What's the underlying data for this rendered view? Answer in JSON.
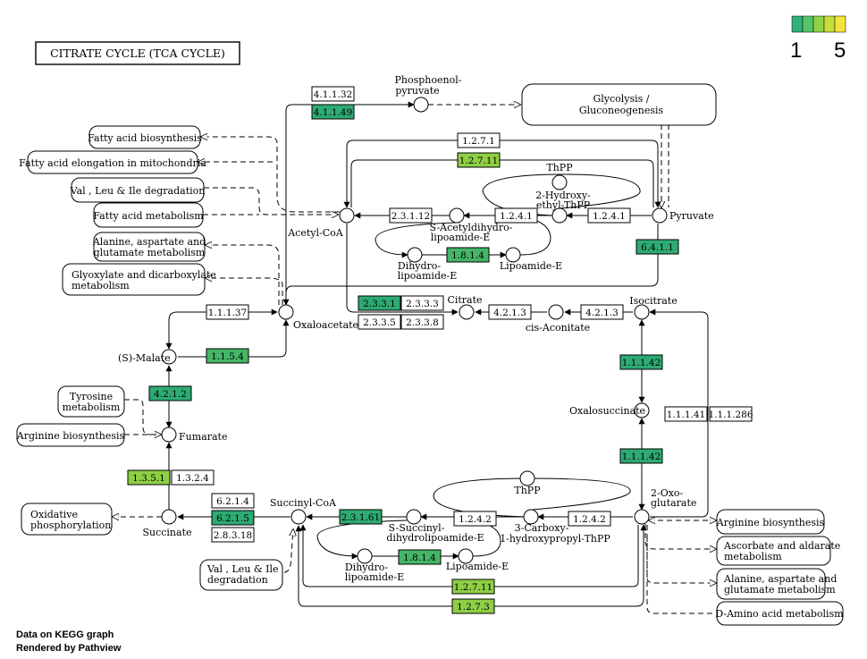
{
  "title": "CITRATE  CYCLE  (TCA CYCLE)",
  "legend": {
    "low": "1",
    "high": "5",
    "colors": [
      "#2fb27a",
      "#56c56a",
      "#8ed34a",
      "#c6dd3a",
      "#f4e33a"
    ]
  },
  "footer": {
    "line1": "Data on KEGG graph",
    "line2": "Rendered by Pathview"
  },
  "colors": {
    "green_dark": "#2eaa73",
    "green_mid": "#45b566",
    "green_light": "#8ecf45",
    "white": "#ffffff"
  },
  "compounds": {
    "pep": [
      "Phosphoenol-",
      "pyruvate"
    ],
    "acetyl_coa": "Acetyl-CoA",
    "pyruvate": "Pyruvate",
    "thpp_top": "ThPP",
    "hydroxyethyl": [
      "2-Hydroxy-",
      "ethyl-ThPP"
    ],
    "s_acetyl": [
      "S-Acetyldihydro-",
      "lipoamide-E"
    ],
    "dihydro_top": [
      "Dihydro-",
      "lipoamide-E"
    ],
    "lipoamide_top": "Lipoamide-E",
    "citrate": "Citrate",
    "cis_aconitate": "cis-Aconitate",
    "isocitrate": "Isocitrate",
    "oxaloacetate": "Oxaloacetate",
    "malate": "(S)-Malate",
    "fumarate": "Fumarate",
    "oxalosuccinate": "Oxalosuccinate",
    "succinate": "Succinate",
    "succinyl_coa": "Succinyl-CoA",
    "oxoglutarate": [
      "2-Oxo-",
      "glutarate"
    ],
    "thpp_bottom": "ThPP",
    "carboxy": [
      "3-Carboxy-",
      "1-hydroxypropyl-ThPP"
    ],
    "s_succinyl": [
      "S-Succinyl-",
      "dihydrolipoamide-E"
    ],
    "dihydro_bottom": [
      "Dihydro-",
      "lipoamide-E"
    ],
    "lipoamide_bottom": "Lipoamide-E"
  },
  "maps": {
    "glycolysis": [
      "Glycolysis /",
      "Gluconeogenesis"
    ],
    "fa_biosynthesis": "Fatty acid biosynthesis",
    "fa_elongation": "Fatty acid elongation in mitochondria",
    "val_leu_ile_top": "Val , Leu & Ile degradation",
    "fa_metabolism": "Fatty acid metabolism",
    "alanine_top": [
      "Alanine, aspartate and",
      "glutamate metabolism"
    ],
    "glyoxylate": [
      "Glyoxylate and dicarboxylate",
      "metabolism"
    ],
    "tyrosine": [
      "Tyrosine",
      "metabolism"
    ],
    "arginine_left": "Arginine biosynthesis",
    "oxphos": [
      "Oxidative",
      "phosphorylation"
    ],
    "val_leu_ile_bottom": [
      "Val , Leu & Ile",
      "degradation"
    ],
    "arginine_right": "Arginine biosynthesis",
    "ascorbate": [
      "Ascorbate and aldarate",
      "metabolism"
    ],
    "alanine_bottom": [
      "Alanine, aspartate and",
      "glutamate metabolism"
    ],
    "d_amino": "D-Amino acid metabolism"
  },
  "enzymes": {
    "e_4_1_1_32": {
      "label": "4.1.1.32",
      "fill": "#ffffff"
    },
    "e_4_1_1_49": {
      "label": "4.1.1.49",
      "fill": "#2eaa73"
    },
    "e_1_2_7_1": {
      "label": "1.2.7.1",
      "fill": "#ffffff"
    },
    "e_1_2_7_11_top": {
      "label": "1.2.7.11",
      "fill": "#8ecf45"
    },
    "e_2_3_1_12": {
      "label": "2.3.1.12",
      "fill": "#ffffff"
    },
    "e_1_2_4_1_a": {
      "label": "1.2.4.1",
      "fill": "#ffffff"
    },
    "e_1_2_4_1_b": {
      "label": "1.2.4.1",
      "fill": "#ffffff"
    },
    "e_1_8_1_4_top": {
      "label": "1.8.1.4",
      "fill": "#45b566"
    },
    "e_6_4_1_1": {
      "label": "6.4.1.1",
      "fill": "#2eaa73"
    },
    "e_2_3_3_1": {
      "label": "2.3.3.1",
      "fill": "#2eaa73"
    },
    "e_2_3_3_3": {
      "label": "2.3.3.3",
      "fill": "#ffffff"
    },
    "e_2_3_3_5": {
      "label": "2.3.3.5",
      "fill": "#ffffff"
    },
    "e_2_3_3_8": {
      "label": "2.3.3.8",
      "fill": "#ffffff"
    },
    "e_4_2_1_3_a": {
      "label": "4.2.1.3",
      "fill": "#ffffff"
    },
    "e_4_2_1_3_b": {
      "label": "4.2.1.3",
      "fill": "#ffffff"
    },
    "e_1_1_1_37": {
      "label": "1.1.1.37",
      "fill": "#ffffff"
    },
    "e_1_1_5_4": {
      "label": "1.1.5.4",
      "fill": "#45b566"
    },
    "e_4_2_1_2": {
      "label": "4.2.1.2",
      "fill": "#2eaa73"
    },
    "e_1_1_1_42_a": {
      "label": "1.1.1.42",
      "fill": "#2eaa73"
    },
    "e_1_1_1_41": {
      "label": "1.1.1.41",
      "fill": "#ffffff"
    },
    "e_1_1_1_286": {
      "label": "1.1.1.286",
      "fill": "#ffffff"
    },
    "e_1_1_1_42_b": {
      "label": "1.1.1.42",
      "fill": "#2eaa73"
    },
    "e_1_3_5_1": {
      "label": "1.3.5.1",
      "fill": "#8ecf45"
    },
    "e_1_3_2_4": {
      "label": "1.3.2.4",
      "fill": "#ffffff"
    },
    "e_6_2_1_4": {
      "label": "6.2.1.4",
      "fill": "#ffffff"
    },
    "e_6_2_1_5": {
      "label": "6.2.1.5",
      "fill": "#2eaa73"
    },
    "e_2_8_3_18": {
      "label": "2.8.3.18",
      "fill": "#ffffff"
    },
    "e_2_3_1_61": {
      "label": "2.3.1.61",
      "fill": "#2eaa73"
    },
    "e_1_2_4_2_a": {
      "label": "1.2.4.2",
      "fill": "#ffffff"
    },
    "e_1_2_4_2_b": {
      "label": "1.2.4.2",
      "fill": "#ffffff"
    },
    "e_1_8_1_4_bottom": {
      "label": "1.8.1.4",
      "fill": "#45b566"
    },
    "e_1_2_7_11_bottom": {
      "label": "1.2.7.11",
      "fill": "#8ecf45"
    },
    "e_1_2_7_3": {
      "label": "1.2.7.3",
      "fill": "#8ecf45"
    }
  }
}
